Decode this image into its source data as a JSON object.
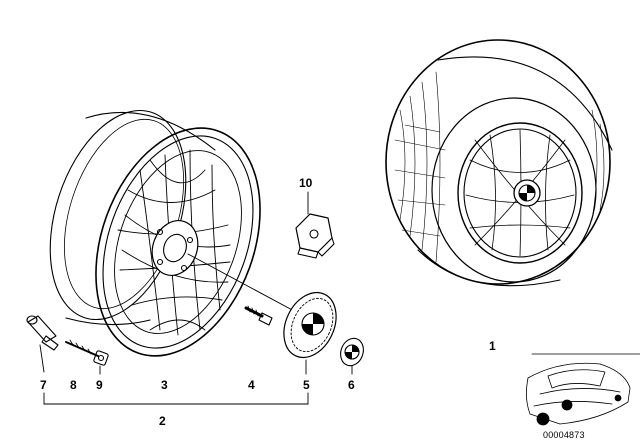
{
  "callouts": {
    "c1": "1",
    "c2": "2",
    "c3": "3",
    "c4": "4",
    "c5": "5",
    "c6": "6",
    "c7": "7",
    "c8": "8",
    "c9": "9",
    "c10": "10"
  },
  "document_number": "00004873",
  "colors": {
    "line": "#000000",
    "background": "#ffffff"
  }
}
